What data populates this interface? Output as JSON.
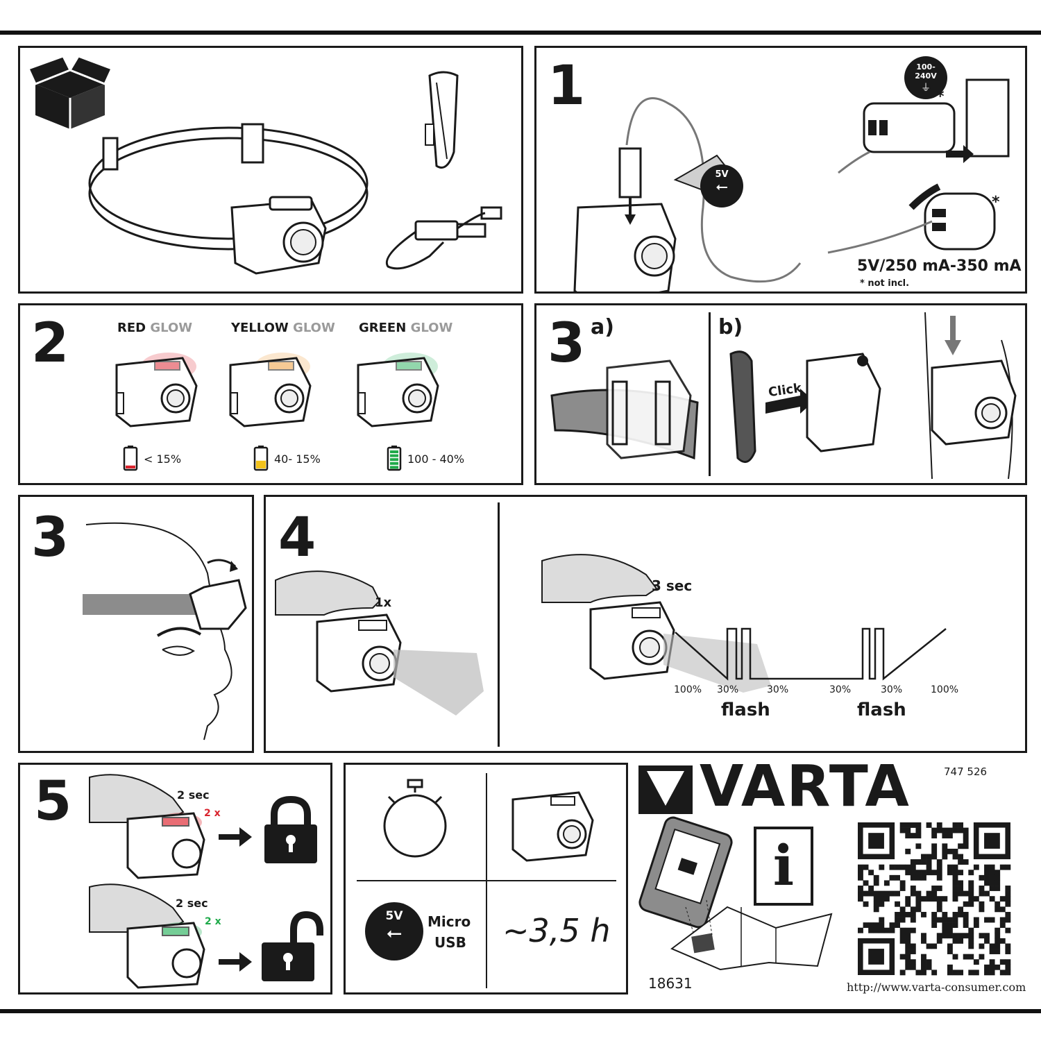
{
  "steps": {
    "s1": "1",
    "s2": "2",
    "s3a": "3",
    "s3": "3",
    "s4": "4",
    "s5": "5"
  },
  "step3a": {
    "a": "a)",
    "b": "b)",
    "click": "Click"
  },
  "charging": {
    "voltage_badge": "5V",
    "mains_badge_top": "100-",
    "mains_badge_bottom": "240V",
    "spec": "5V/250 mA-350 mA",
    "footnote": "* not incl.",
    "asterisk": "*"
  },
  "glow": [
    {
      "color_word": "RED",
      "glow_word": "GLOW",
      "battery_range": "< 15%",
      "battery_color": "#d9232d",
      "fill": 0.15,
      "led_color": "#e0303a"
    },
    {
      "color_word": "YELLOW",
      "glow_word": "GLOW",
      "battery_range": "40- 15%",
      "battery_color": "#f2c21b",
      "fill": 0.4,
      "led_color": "#f0a040"
    },
    {
      "color_word": "GREEN",
      "glow_word": "GLOW",
      "battery_range": "100 - 40%",
      "battery_color": "#1faa4a",
      "fill": 1.0,
      "led_color": "#3ab86a"
    }
  ],
  "step4": {
    "press_once": "1x",
    "press_hold": "3 sec",
    "levels": [
      "100%",
      "30%",
      "30%",
      "30%",
      "30%",
      "100%"
    ],
    "flash_label": "flash"
  },
  "step5": {
    "hold_time": "2 sec",
    "count_lock": "2 x",
    "count_unlock": "2 x",
    "lock_color": "#d9232d",
    "unlock_color": "#1faa4a"
  },
  "specs": {
    "voltage_badge": "5V",
    "connector_line1": "Micro",
    "connector_line2": "USB",
    "runtime": "~3,5 h"
  },
  "brand": {
    "name": "VARTA",
    "product_code": "747 526",
    "doc_number": "18631",
    "url": "http://www.varta-consumer.com",
    "info_symbol": "i"
  }
}
